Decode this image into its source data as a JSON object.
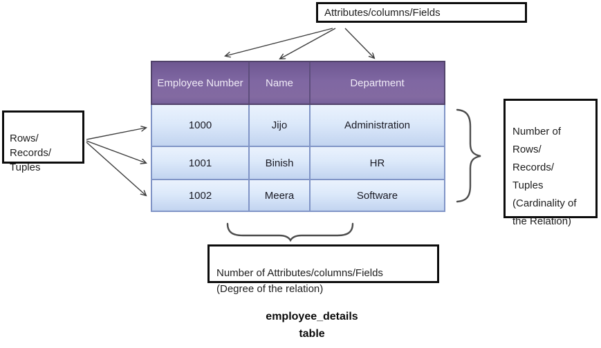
{
  "diagram": {
    "top_label": "Attributes/columns/Fields",
    "left_label": "Rows/\nRecords/\nTuples",
    "right_label": "Number of\nRows/\nRecords/\nTuples\n(Cardinality of\nthe Relation)",
    "bottom_label": "Number of Attributes/columns/Fields\n(Degree of the relation)",
    "caption": "employee_details\ntable"
  },
  "table": {
    "columns": [
      "Employee Number",
      "Name",
      "Department"
    ],
    "rows": [
      [
        "1000",
        "Jijo",
        "Administration"
      ],
      [
        "1001",
        "Binish",
        "HR"
      ],
      [
        "1002",
        "Meera",
        "Software"
      ]
    ]
  },
  "colors": {
    "header_purple": "#7f67a2",
    "header_border": "#51436a",
    "row_blue_light": "#eaf2fd",
    "row_blue_dark": "#c2d4f0",
    "row_border": "#8094c6",
    "arrow": "#3c3c3c",
    "brace": "#4c4c4c",
    "annotation_border": "#0c0c0c"
  }
}
